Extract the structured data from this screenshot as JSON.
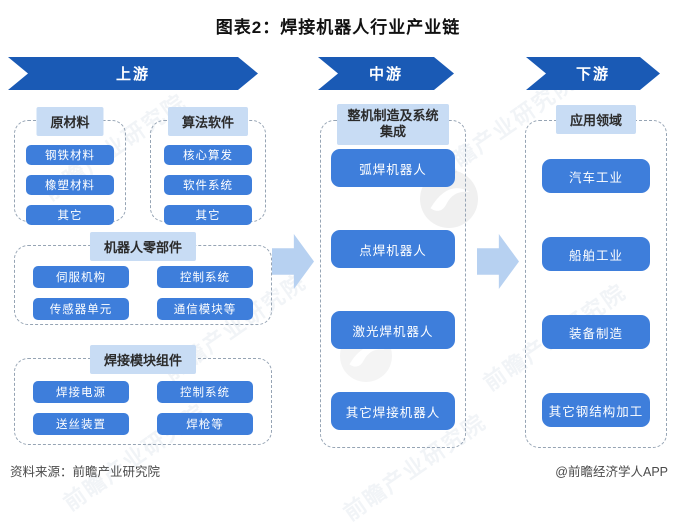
{
  "title": "图表2：焊接机器人行业产业链",
  "columns": {
    "upstream": {
      "banner": "上游",
      "groups": [
        {
          "header": "原材料",
          "items": [
            "钢铁材料",
            "橡塑材料",
            "其它"
          ]
        },
        {
          "header": "算法软件",
          "items": [
            "核心算发",
            "软件系统",
            "其它"
          ]
        },
        {
          "header": "机器人零部件",
          "items": [
            "伺服机构",
            "控制系统",
            "传感器单元",
            "通信模块等"
          ]
        },
        {
          "header": "焊接模块组件",
          "items": [
            "焊接电源",
            "控制系统",
            "送丝装置",
            "焊枪等"
          ]
        }
      ]
    },
    "midstream": {
      "banner": "中游",
      "header": "整机制造及系统集成",
      "items": [
        "弧焊机器人",
        "点焊机器人",
        "激光焊机器人",
        "其它焊接机器人"
      ]
    },
    "downstream": {
      "banner": "下游",
      "header": "应用领域",
      "items": [
        "汽车工业",
        "船舶工业",
        "装备制造",
        "其它钢结构加工"
      ]
    }
  },
  "footer": {
    "source": "资料来源：前瞻产业研究院",
    "credit": "@前瞻经济学人APP"
  },
  "watermark": {
    "text": "前瞻产业研究院"
  },
  "colors": {
    "banner_blue": "#1a5ab5",
    "item_blue": "#3e7edb",
    "group_header_light_blue": "#c8dcf4",
    "flow_arrow_light_blue": "#b7d1f1",
    "dashed_border": "#96a4b4"
  }
}
